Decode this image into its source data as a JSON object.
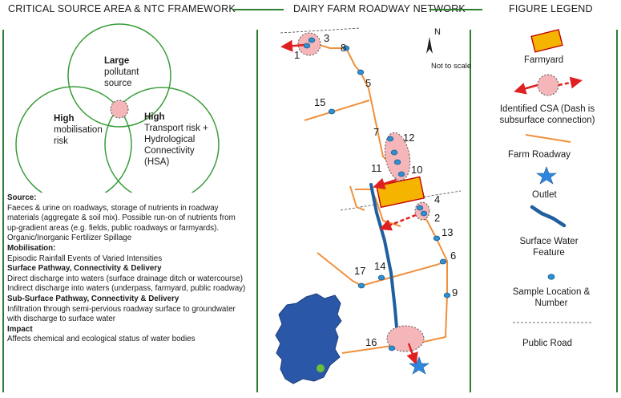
{
  "headers": {
    "left": "CRITICAL SOURCE AREA & NTC FRAMEWORK",
    "middle": "DAIRY FARM ROADWAY NETWORK",
    "right": "FIGURE LEGEND"
  },
  "venn": {
    "top": {
      "bold": "Large",
      "line2": "pollutant",
      "line3": "source"
    },
    "left": {
      "bold": "High",
      "line2": "mobilisation",
      "line3": "risk"
    },
    "right": {
      "bold": "High",
      "line2": "Transport risk +",
      "line3": "Hydrological",
      "line4": "Connectivity",
      "line5": "(HSA)"
    }
  },
  "framework": {
    "source_h": "Source:",
    "source_t": "Faeces & urine on roadways, storage of nutrients  in roadway materials (aggregate & soil mix). Possible run-on of nutrients from up-gradient areas (e.g. fields, public roadways or farmyards). Organic/Inorganic Fertilizer Spillage",
    "mob_h": "Mobilisation:",
    "mob_t": "Episodic Rainfall Events of Varied Intensities",
    "surf_h": "Surface Pathway, Connectivity & Delivery",
    "surf_t1": "Direct discharge into waters (surface drainage ditch or watercourse)",
    "surf_t2": "Indirect discharge into waters (underpass, farmyard, public roadway)",
    "sub_h": "Sub-Surface Pathway, Connectivity & Delivery",
    "sub_t": "Infiltration through semi-pervious roadway surface to groundwater with discharge to surface water",
    "imp_h": "Impact",
    "imp_t": "Affects chemical and ecological status of water bodies"
  },
  "map": {
    "north": "N",
    "scale": "Not to scale",
    "samples": [
      "1",
      "2",
      "3",
      "4",
      "5",
      "6",
      "7",
      "8",
      "9",
      "10",
      "11",
      "12",
      "13",
      "14",
      "15",
      "16",
      "17"
    ]
  },
  "legend": {
    "farmyard": "Farmyard",
    "csa1": "Identified CSA (Dash is",
    "csa2": "subsurface connection)",
    "roadway": "Farm Roadway",
    "outlet": "Outlet",
    "water1": "Surface Water",
    "water2": "Feature",
    "sample1": "Sample Location &",
    "sample2": "Number",
    "road": "Public Road"
  },
  "colors": {
    "green": "#2e7d32",
    "road": "#f0903c",
    "csa_fill": "#f4b6b9",
    "arrow": "#e02020",
    "sample": "#2f8fd0",
    "water": "#1f5f9e",
    "farmyard": "#f5b400",
    "outlet": "#2e86de"
  }
}
